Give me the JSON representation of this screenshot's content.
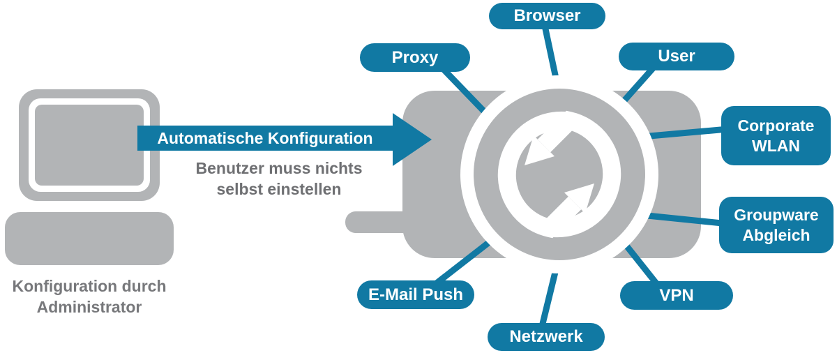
{
  "colors": {
    "accent_blue": "#1179a3",
    "shape_gray": "#b2b4b6",
    "caption_gray": "#77787b",
    "note_gray": "#6e6f72",
    "label_text": "#ffffff",
    "background": "#ffffff"
  },
  "computer": {
    "icon": "desktop-computer-icon",
    "caption_line1": "Konfiguration durch",
    "caption_line2": "Administrator"
  },
  "arrow": {
    "label": "Automatische Konfiguration",
    "note_line1": "Benutzer muss nichts",
    "note_line2": "selbst einstellen"
  },
  "device": {
    "body_icon": "mobile-device-icon",
    "center_icon": "sync-arrows-icon"
  },
  "nodes": [
    {
      "id": "browser",
      "label": "Browser"
    },
    {
      "id": "proxy",
      "label": "Proxy"
    },
    {
      "id": "user",
      "label": "User"
    },
    {
      "id": "corporate-wlan",
      "label": "Corporate WLAN"
    },
    {
      "id": "groupware-abgleich",
      "label": "Groupware Abgleich"
    },
    {
      "id": "vpn",
      "label": "VPN"
    },
    {
      "id": "netzwerk",
      "label": "Netzwerk"
    },
    {
      "id": "email-push",
      "label": "E-Mail Push"
    }
  ]
}
